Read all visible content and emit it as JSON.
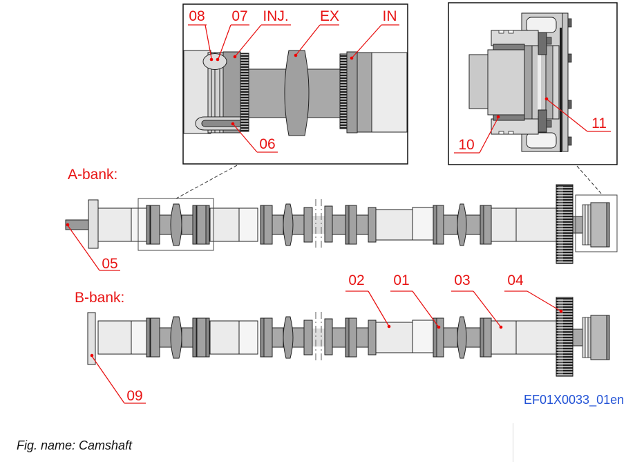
{
  "figure": {
    "caption": "Fig. name: Camshaft",
    "drawing_number": "EF01X0033_01en"
  },
  "banks": {
    "a_label": "A-bank:",
    "b_label": "B-bank:"
  },
  "callouts": {
    "n01": "01",
    "n02": "02",
    "n03": "03",
    "n04": "04",
    "n05": "05",
    "n06": "06",
    "n07": "07",
    "n08": "08",
    "n09": "09",
    "n10": "10",
    "n11": "11",
    "inj": "INJ.",
    "ex": "EX",
    "in": "IN"
  },
  "colors": {
    "callout_red": "#e81414",
    "drawing_number_blue": "#2353d6"
  }
}
